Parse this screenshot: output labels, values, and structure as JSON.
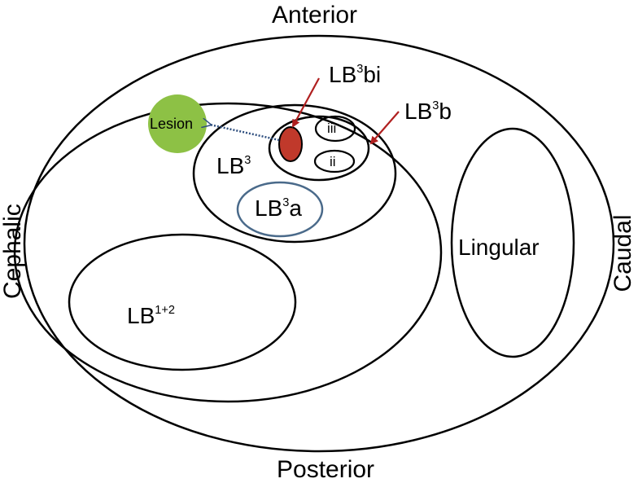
{
  "labels": {
    "anterior": "Anterior",
    "posterior": "Posterior",
    "cephalic": "Cephalic",
    "caudal": "Caudal",
    "lingular": "Lingular",
    "lb12_base": "LB",
    "lb12_sup": "1+2",
    "lb3_base": "LB",
    "lb3_sup": "3",
    "lb3a_base": "LB",
    "lb3a_sup": "3",
    "lb3a_suffix": "a",
    "lb3b_base": "LB",
    "lb3b_sup": "3",
    "lb3b_suffix": "b",
    "lb3bi_base": "LB",
    "lb3bi_sup": "3",
    "lb3bi_suffix": "bi",
    "iii": "iii",
    "ii": "ii",
    "lesion": "Lesion"
  },
  "colors": {
    "outline": "#000000",
    "lesion_fill": "#8dc145",
    "target_fill": "#c0392b",
    "lb3a_outline": "#4a6a8a",
    "arrow": "#b02020",
    "dotted": "#2f4f7f"
  }
}
